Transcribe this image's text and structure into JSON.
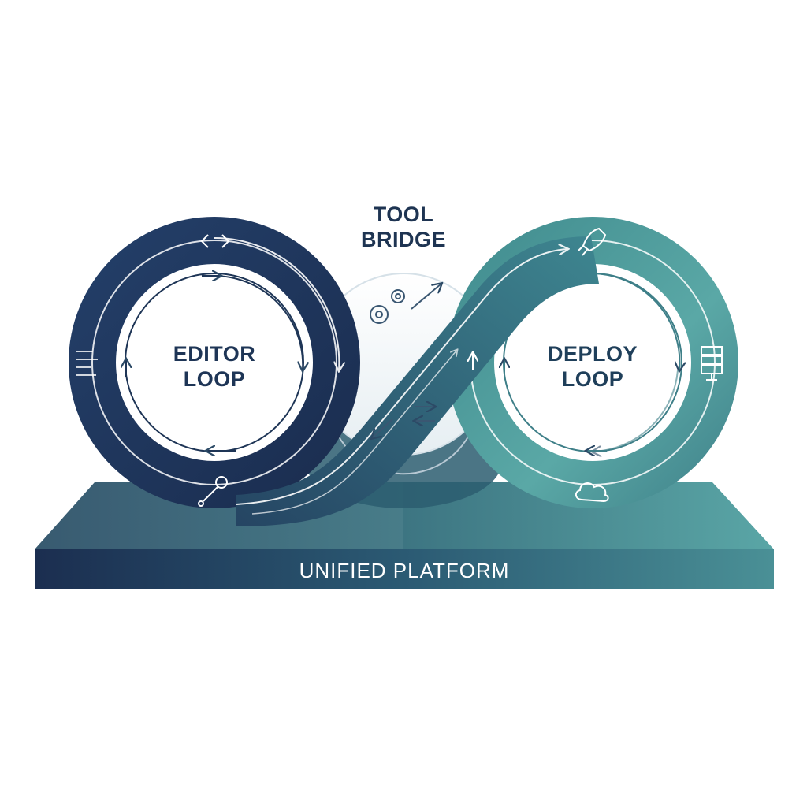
{
  "title": {
    "line1": "TOOL",
    "line2": "BRIDGE"
  },
  "editor_loop": {
    "line1": "EDITOR",
    "line2": "LOOP"
  },
  "deploy_loop": {
    "line1": "DEPLOY",
    "line2": "LOOP"
  },
  "platform": {
    "label": "UNIFIED PLATFORM"
  },
  "colors": {
    "navy": "#1c3155",
    "teal": "#4e9e9e",
    "mid": "#2f5f74",
    "ring_light": "#ffffff"
  },
  "icons": {
    "editor": [
      "code-brackets-icon",
      "code-lines-icon",
      "wrench-icon"
    ],
    "bridge": [
      "gears-icon",
      "arrow-up-right-icon",
      "swap-arrows-icon",
      "arrow-down-left-icon"
    ],
    "deploy": [
      "rocket-icon",
      "server-icon",
      "cloud-icon"
    ]
  }
}
